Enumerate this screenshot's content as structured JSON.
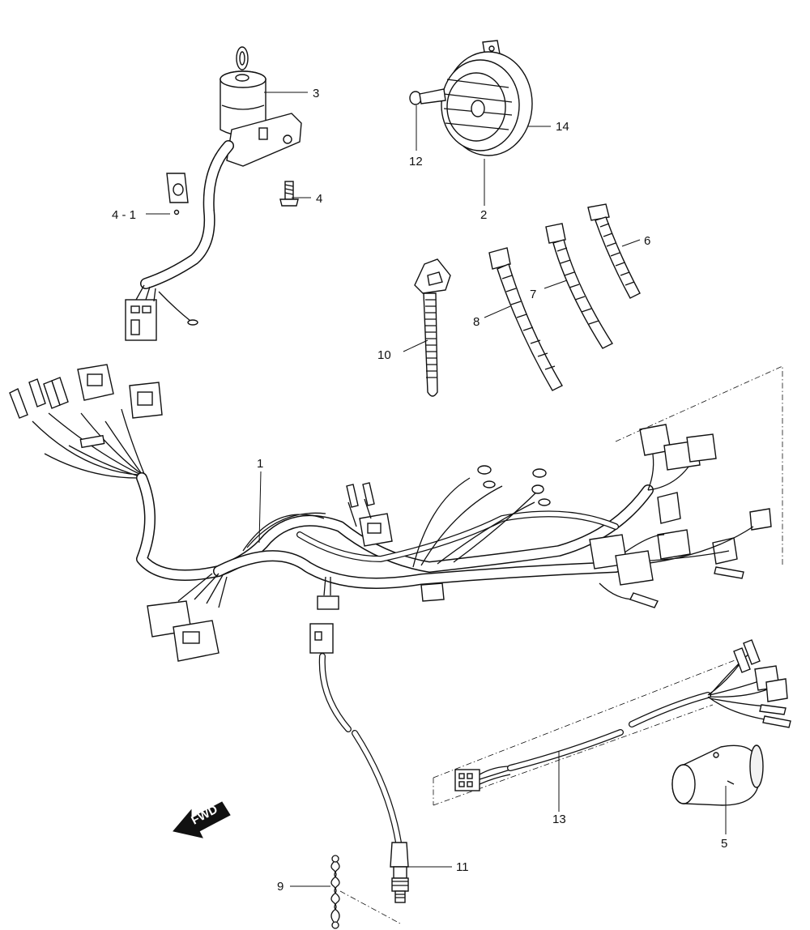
{
  "callouts": {
    "c1": "1",
    "c2": "2",
    "c3": "3",
    "c4": "4",
    "c4_1": "4 - 1",
    "c5": "5",
    "c6": "6",
    "c7": "7",
    "c8": "8",
    "c9": "9",
    "c10": "10",
    "c11": "11",
    "c12": "12",
    "c13": "13",
    "c14": "14"
  },
  "direction_label": "FWD"
}
